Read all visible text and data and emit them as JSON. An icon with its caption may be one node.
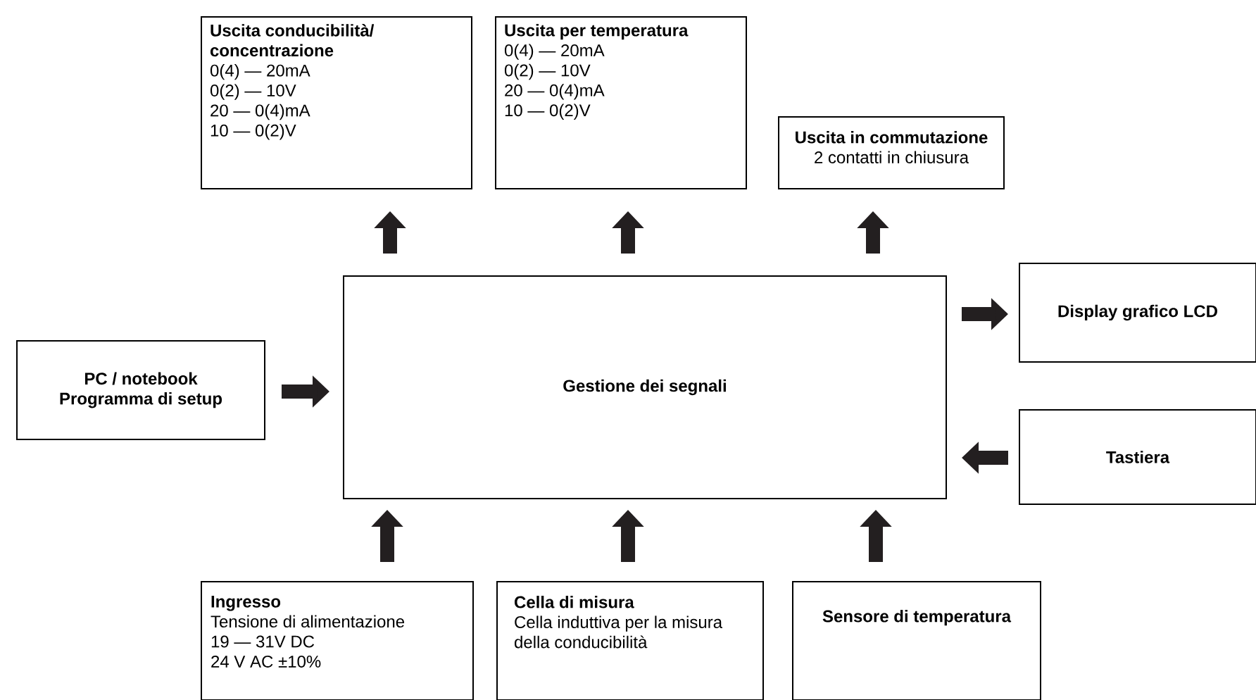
{
  "diagram": {
    "nodes": [
      {
        "text": [
          "Uscita conducibilità/ concentrazione",
          "0(4) — 20mA",
          "0(2) — 10V",
          "20 — 0(4)mA",
          "10 — 0(2)V"
        ]
      },
      {
        "text": [
          "Uscita per temperatura",
          "0(4) — 20mA",
          "0(2) — 10V",
          "20 — 0(4)mA",
          "10 — 0(2)V"
        ]
      },
      {
        "text": [
          "Uscita in commutazione",
          "2 contatti in chiusura"
        ]
      },
      {
        "text": [
          "PC  /  notebook",
          "Programma di setup"
        ]
      },
      {
        "text": [
          "Gestione dei segnali"
        ]
      },
      {
        "text": [
          "Display grafico LCD"
        ]
      },
      {
        "text": [
          "Tastiera"
        ]
      },
      {
        "text": [
          "Ingresso",
          "Tensione di alimentazione",
          "19 — 31V DC",
          "24 V AC ±10%"
        ]
      },
      {
        "text": [
          "Cella di misura",
          "Cella induttiva per la misura della conducibilità"
        ]
      },
      {
        "text": [
          "Sensore di temperatura"
        ]
      }
    ],
    "edges": [
      {
        "from": 4,
        "to": 0,
        "arrow": "to"
      },
      {
        "from": 4,
        "to": 1,
        "arrow": "to"
      },
      {
        "from": 4,
        "to": 2,
        "arrow": "to"
      },
      {
        "from": 3,
        "to": 4,
        "arrow": "to"
      },
      {
        "from": 4,
        "to": 5,
        "arrow": "to"
      },
      {
        "from": 6,
        "to": 4,
        "arrow": "to"
      },
      {
        "from": 7,
        "to": 4,
        "arrow": "to"
      },
      {
        "from": 8,
        "to": 4,
        "arrow": "to"
      },
      {
        "from": 9,
        "to": 4,
        "arrow": "to"
      }
    ]
  }
}
